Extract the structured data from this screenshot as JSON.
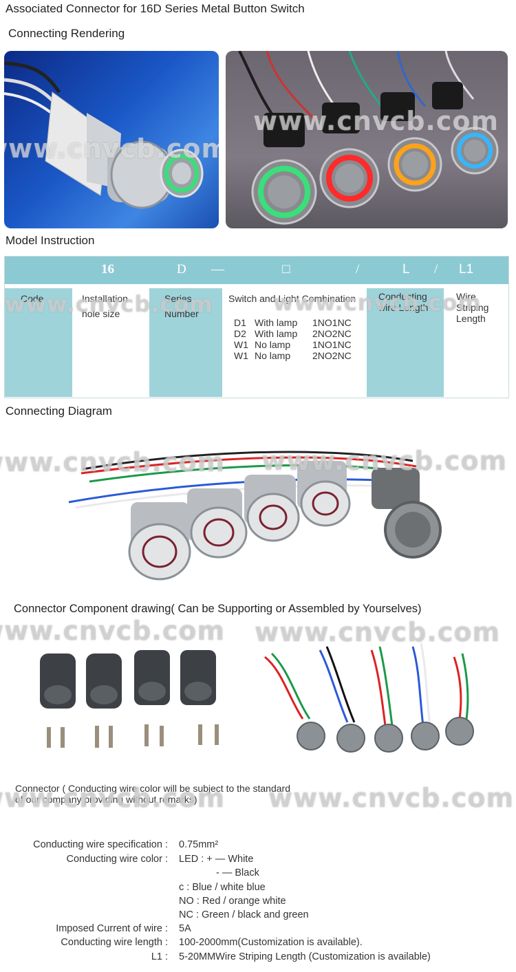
{
  "title": "Associated Connector for 16D Series Metal Button Switch",
  "sections": {
    "rendering": "Connecting Rendering",
    "model": "Model Instruction",
    "diagram": "Connecting Diagram",
    "component": "Connector Component drawing( Can be Supporting or Assembled by Yourselves)"
  },
  "watermark": "www.cnvcb.com",
  "model_table": {
    "header": [
      "16",
      "D",
      "—",
      "□",
      "/",
      "L",
      "/",
      "L1"
    ],
    "columns": [
      {
        "label": "Code"
      },
      {
        "label": "Installation hole size"
      },
      {
        "label": "Series Number"
      },
      {
        "label": "Switch and Light Combination"
      },
      {
        "label": "Conducting wire Length"
      },
      {
        "label": "Wire Striping Length"
      }
    ],
    "combinations": [
      {
        "code": "D1",
        "lamp": "With lamp",
        "contact": "1NO1NC"
      },
      {
        "code": "D2",
        "lamp": "With lamp",
        "contact": "2NO2NC"
      },
      {
        "code": "W1",
        "lamp": "No lamp",
        "contact": "1NO1NC"
      },
      {
        "code": "W1",
        "lamp": "No lamp",
        "contact": "2NO2NC"
      }
    ]
  },
  "connector_note": "Connector ( Conducting wire color will be subject to the standard of our company providing without remarks)",
  "specs": {
    "spec_label": "Conducting wire specification :",
    "spec_value": "0.75mm²",
    "color_label": "Conducting wire color :",
    "color_lines": [
      "LED : + — White",
      "- — Black",
      "c : Blue / white blue",
      "NO : Red / orange white",
      "NC : Green / black and green"
    ],
    "current_label": "Imposed Current of wire :",
    "current_value": "5A",
    "length_label": "Conducting wire length :",
    "length_value": "100-2000mm(Customization is available).",
    "l1_label": "L1 :",
    "l1_value": "5-20MMWire Striping Length (Customization is available)"
  },
  "colors": {
    "table_header": "#8ccad3",
    "table_shade": "#9fd3da",
    "ring_green": "#39e07a",
    "ring_red": "#ff2a2a",
    "ring_orange": "#ffa21a",
    "ring_blue": "#35b6ff"
  }
}
